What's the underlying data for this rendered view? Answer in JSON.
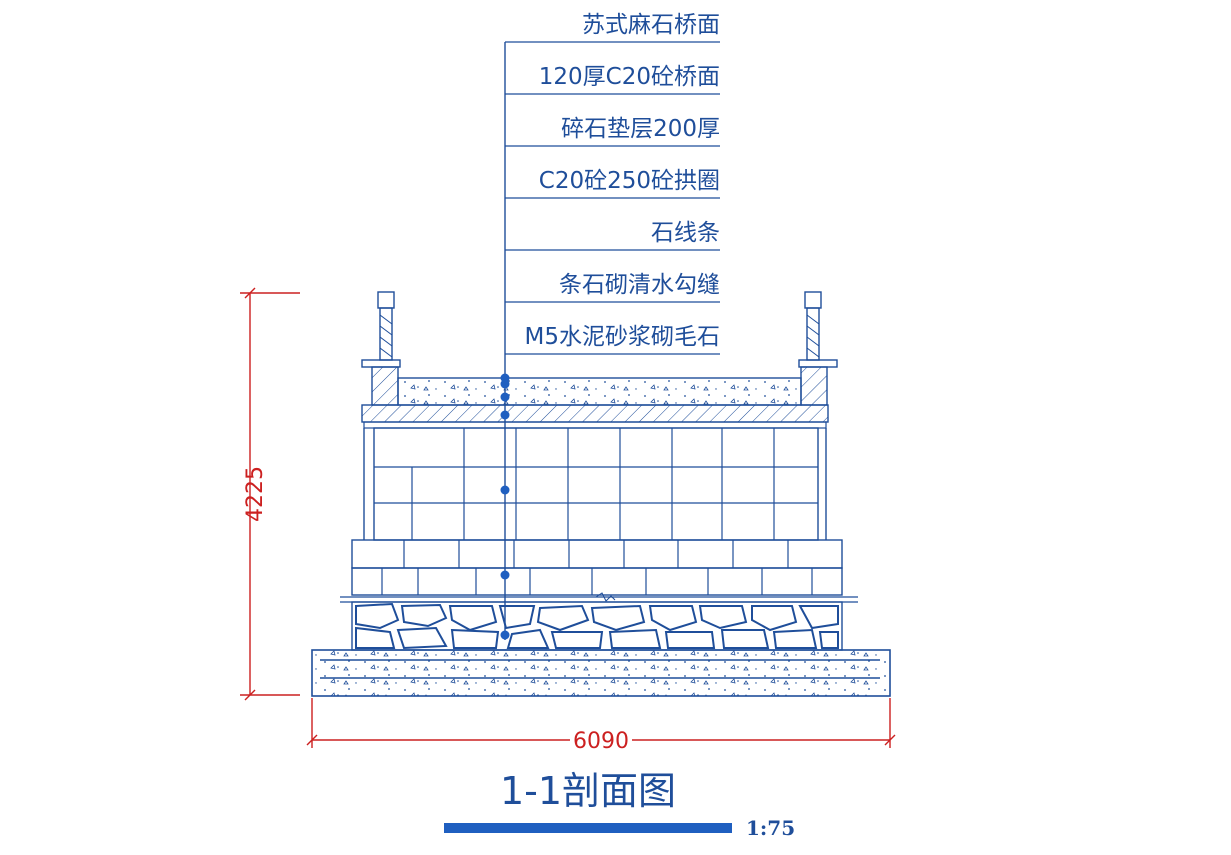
{
  "callouts": [
    "苏式麻石桥面",
    "120厚C20砼桥面",
    "碎石垫层200厚",
    "C20砼250砼拱圈",
    "石线条",
    "条石砌清水勾缝",
    "M5水泥砂浆砌毛石"
  ],
  "dimensions": {
    "height": "4225",
    "width": "6090"
  },
  "title": "1-1剖面图",
  "scale": "1:75",
  "colors": {
    "line": "#1f4e9a",
    "dimension": "#cc2020",
    "dot": "#1f5fc0"
  }
}
